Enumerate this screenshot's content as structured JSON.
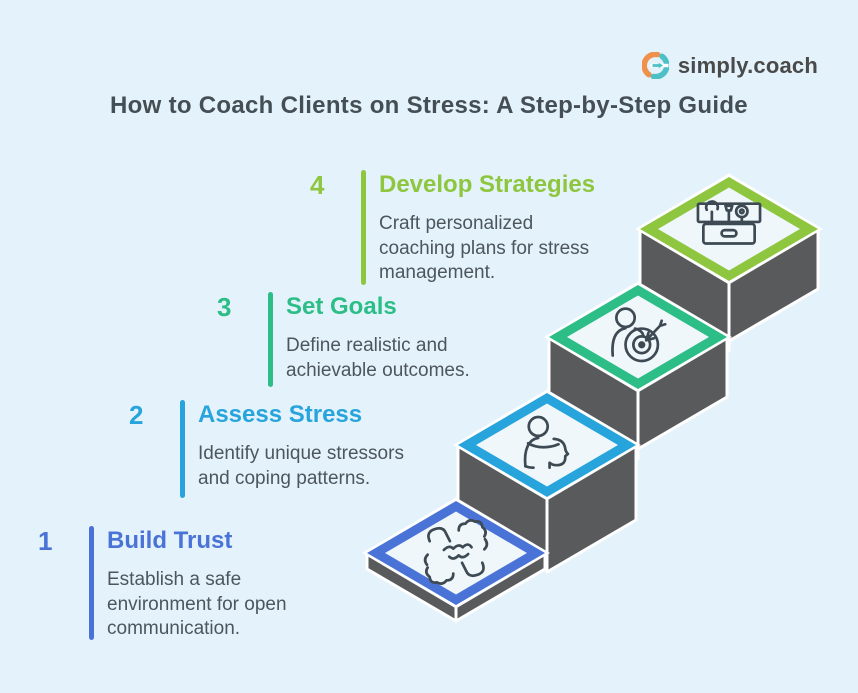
{
  "logo": {
    "brand": "simply.coach",
    "icon_orange": "#F0914B",
    "icon_teal": "#4DC0C6"
  },
  "title": "How to Coach Clients on Stress: A Step-by-Step Guide",
  "steps": [
    {
      "number": "1",
      "heading": "Build Trust",
      "description": "Establish a safe environment for open communication.",
      "color": "#4A73D8",
      "icon": "handshake-icon"
    },
    {
      "number": "2",
      "heading": "Assess Stress",
      "description": "Identify unique stressors and coping patterns.",
      "color": "#28A4DC",
      "icon": "person-assessment-icon"
    },
    {
      "number": "3",
      "heading": "Set Goals",
      "description": "Define realistic and achievable outcomes.",
      "color": "#2DBD86",
      "icon": "person-target-icon"
    },
    {
      "number": "4",
      "heading": "Develop Strategies",
      "description": "Craft personalized coaching plans for stress management.",
      "color": "#8EC63F",
      "icon": "toolbox-icon"
    }
  ],
  "colors": {
    "background": "#E4F3FB",
    "block_gray": "#595A5C",
    "diamond_fill": "#EFF7FB",
    "icon_stroke": "#3E4A53",
    "title_text": "#454E54",
    "body_text": "#4C565C",
    "outline_white": "#FFFFFF"
  }
}
